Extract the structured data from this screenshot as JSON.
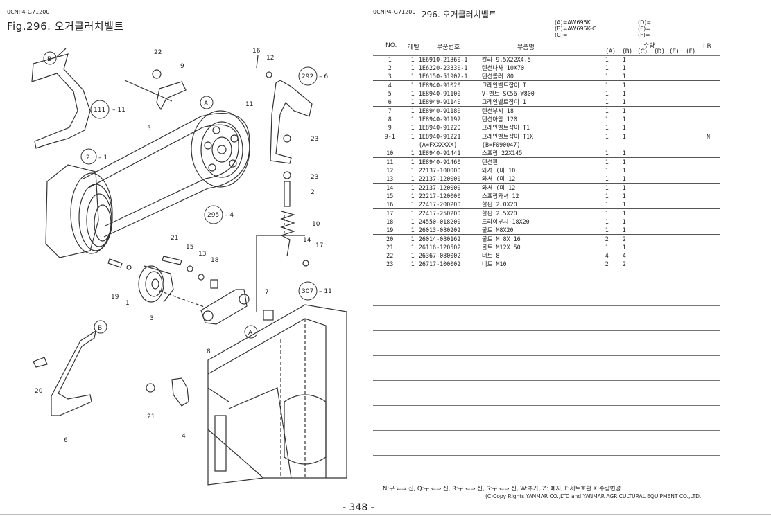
{
  "left": {
    "code": "0CNP4-G71200",
    "fig_title": "Fig.296.  오거클러치벨트"
  },
  "right": {
    "code": "0CNP4-G71200",
    "title": "296. 오거클러치벨트",
    "models": [
      "(A)=AW695K",
      "(B)=AW695K-C",
      "(C)=",
      "(D)=",
      "(E)=",
      "(F)="
    ],
    "header": {
      "no": "NO.",
      "level": "레벨",
      "part_no": "부품번호",
      "name": "부품명",
      "qty": "수량",
      "cols": [
        "(A)",
        "(B)",
        "(C)",
        "(D)",
        "(E)",
        "(F)"
      ],
      "ir": "I  R"
    },
    "rows": [
      {
        "no": "1",
        "lv": "1",
        "pn": "1E6910-21360-1",
        "nm": "칼라 9.5X22X4.5",
        "a": "1",
        "b": "1",
        "n": "",
        "sep": false
      },
      {
        "no": "2",
        "lv": "1",
        "pn": "1E6220-23330-1",
        "nm": "텐션나사 10X70",
        "a": "1",
        "b": "1",
        "n": "",
        "sep": false
      },
      {
        "no": "3",
        "lv": "1",
        "pn": "1E6150-51902-1",
        "nm": "텐션롤러 80",
        "a": "1",
        "b": "1",
        "n": "",
        "sep": false
      },
      {
        "no": "4",
        "lv": "1",
        "pn": "1E8940-91020",
        "nm": "그레인벨트잡이 T",
        "a": "1",
        "b": "1",
        "n": "",
        "sep": true
      },
      {
        "no": "5",
        "lv": "1",
        "pn": "1E8940-91100",
        "nm": "V-벨트 SC56-W800",
        "a": "1",
        "b": "1",
        "n": "",
        "sep": false
      },
      {
        "no": "6",
        "lv": "1",
        "pn": "1E8949-91140",
        "nm": "그레인벨트잡이 1",
        "a": "1",
        "b": "1",
        "n": "",
        "sep": false
      },
      {
        "no": "7",
        "lv": "1",
        "pn": "1E8940-91180",
        "nm": "텐션부시 18",
        "a": "1",
        "b": "1",
        "n": "",
        "sep": true
      },
      {
        "no": "8",
        "lv": "1",
        "pn": "1E8940-91192",
        "nm": "텐션아암 120",
        "a": "1",
        "b": "1",
        "n": "",
        "sep": false
      },
      {
        "no": "9",
        "lv": "1",
        "pn": "1E8940-91220",
        "nm": "그레인벨트잡이 T1",
        "a": "1",
        "b": "1",
        "n": "",
        "sep": false
      },
      {
        "no": "9-1",
        "lv": "1",
        "pn": "1E8940-91221",
        "nm": "그레인벨트잡이 T1X",
        "a": "1",
        "b": "1",
        "n": "N",
        "sep": true
      },
      {
        "no": "",
        "lv": "",
        "pn": "(A=FXXXXXX)",
        "nm": "(B=F090047)",
        "a": "",
        "b": "",
        "n": "",
        "sep": false
      },
      {
        "no": "10",
        "lv": "1",
        "pn": "1E8940-91441",
        "nm": "스프링 22X145",
        "a": "1",
        "b": "1",
        "n": "",
        "sep": false
      },
      {
        "no": "11",
        "lv": "1",
        "pn": "1E8940-91460",
        "nm": "텐션핀",
        "a": "1",
        "b": "1",
        "n": "",
        "sep": true
      },
      {
        "no": "12",
        "lv": "1",
        "pn": "22137-100000",
        "nm": "와셔 (미 10",
        "a": "1",
        "b": "1",
        "n": "",
        "sep": false
      },
      {
        "no": "13",
        "lv": "1",
        "pn": "22137-120000",
        "nm": "와셔 (미 12",
        "a": "1",
        "b": "1",
        "n": "",
        "sep": false
      },
      {
        "no": "14",
        "lv": "1",
        "pn": "22137-120000",
        "nm": "와셔 (미 12",
        "a": "1",
        "b": "1",
        "n": "",
        "sep": true
      },
      {
        "no": "15",
        "lv": "1",
        "pn": "22217-120000",
        "nm": "스프링와셔 12",
        "a": "1",
        "b": "1",
        "n": "",
        "sep": false
      },
      {
        "no": "16",
        "lv": "1",
        "pn": "22417-200200",
        "nm": "할핀 2.0X20",
        "a": "1",
        "b": "1",
        "n": "",
        "sep": false
      },
      {
        "no": "17",
        "lv": "1",
        "pn": "22417-250200",
        "nm": "할핀 2.5X20",
        "a": "1",
        "b": "1",
        "n": "",
        "sep": true
      },
      {
        "no": "18",
        "lv": "1",
        "pn": "24550-018200",
        "nm": "드라이부시 18X20",
        "a": "1",
        "b": "1",
        "n": "",
        "sep": false
      },
      {
        "no": "19",
        "lv": "1",
        "pn": "26013-080202",
        "nm": "볼트  M8X20",
        "a": "1",
        "b": "1",
        "n": "",
        "sep": false
      },
      {
        "no": "20",
        "lv": "1",
        "pn": "26014-080162",
        "nm": "볼트  M 8X 16",
        "a": "2",
        "b": "2",
        "n": "",
        "sep": true
      },
      {
        "no": "21",
        "lv": "1",
        "pn": "26116-120502",
        "nm": "볼트  M12X 50",
        "a": "1",
        "b": "1",
        "n": "",
        "sep": false
      },
      {
        "no": "22",
        "lv": "1",
        "pn": "26367-080002",
        "nm": "너트  8",
        "a": "4",
        "b": "4",
        "n": "",
        "sep": false
      },
      {
        "no": "23",
        "lv": "1",
        "pn": "26717-100002",
        "nm": "너트  M10",
        "a": "2",
        "b": "2",
        "n": "",
        "sep": false
      }
    ],
    "footer_legend": "N:구 ⇐⇒ 신,  Q:구 ⇐⇒ 신,  R:구 ⇐⇒ 신,  S:구 ⇐⇒ 신,  W:추가,  Z: 폐지,  F:세트호환     K:수량변경",
    "copyright": "(C)Copy Rights  YANMAR CO.,LTD and YANMAR AGRICULTURAL EQUIPMENT CO.,LTD."
  },
  "page_number": "- 348 -",
  "diagram_labels": {
    "l_b1": "B",
    "l_111": "111",
    "l_m11a": "– 11",
    "l_22": "22",
    "l_9": "9",
    "l_a1": "A",
    "l_16": "16",
    "l_12": "12",
    "l_292": "292",
    "l_m6a": "– 6",
    "l_11": "11",
    "l_5": "5",
    "l_2c": "2",
    "l_m1": "– 1",
    "l_23a": "23",
    "l_23b": "23",
    "l_2": "2",
    "l_295": "295",
    "l_m4a": "– 4",
    "l_10": "10",
    "l_21a": "21",
    "l_15": "15",
    "l_13": "13",
    "l_18": "18",
    "l_14": "14",
    "l_17": "17",
    "l_19": "19",
    "l_1": "1",
    "l_3": "3",
    "l_7": "7",
    "l_307": "307",
    "l_m11b": "– 11",
    "l_8": "8",
    "l_a2": "A",
    "l_b2": "B",
    "l_20": "20",
    "l_6": "6",
    "l_21b": "21",
    "l_4": "4"
  }
}
